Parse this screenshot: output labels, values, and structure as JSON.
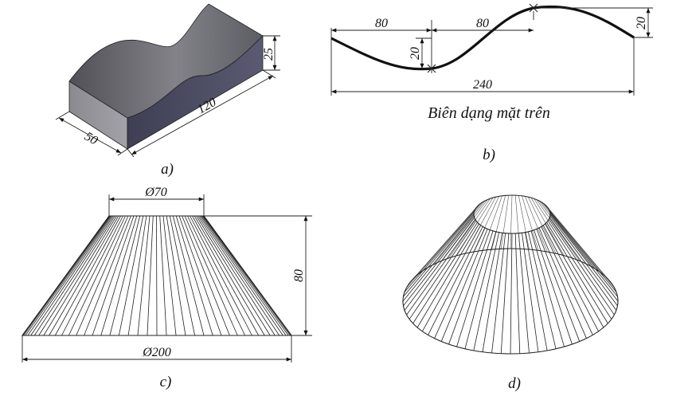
{
  "panels": {
    "a": {
      "caption": "a)",
      "dims": {
        "height": "25",
        "length": "120",
        "width": "50"
      }
    },
    "b": {
      "caption": "b)",
      "title": "Biên dạng mặt trên",
      "dims": {
        "seg1": "80",
        "seg2": "80",
        "total": "240",
        "depth": "20",
        "rise": "20"
      }
    },
    "c": {
      "caption": "c)",
      "dims": {
        "top_diameter": "Ø70",
        "bottom_diameter": "Ø200",
        "height": "80"
      }
    },
    "d": {
      "caption": "d)"
    }
  },
  "colors": {
    "line": "#111111",
    "top_face": "#6e6e72",
    "front_face": "#88888c",
    "side_face": "#4a4a60",
    "background": "#ffffff"
  }
}
